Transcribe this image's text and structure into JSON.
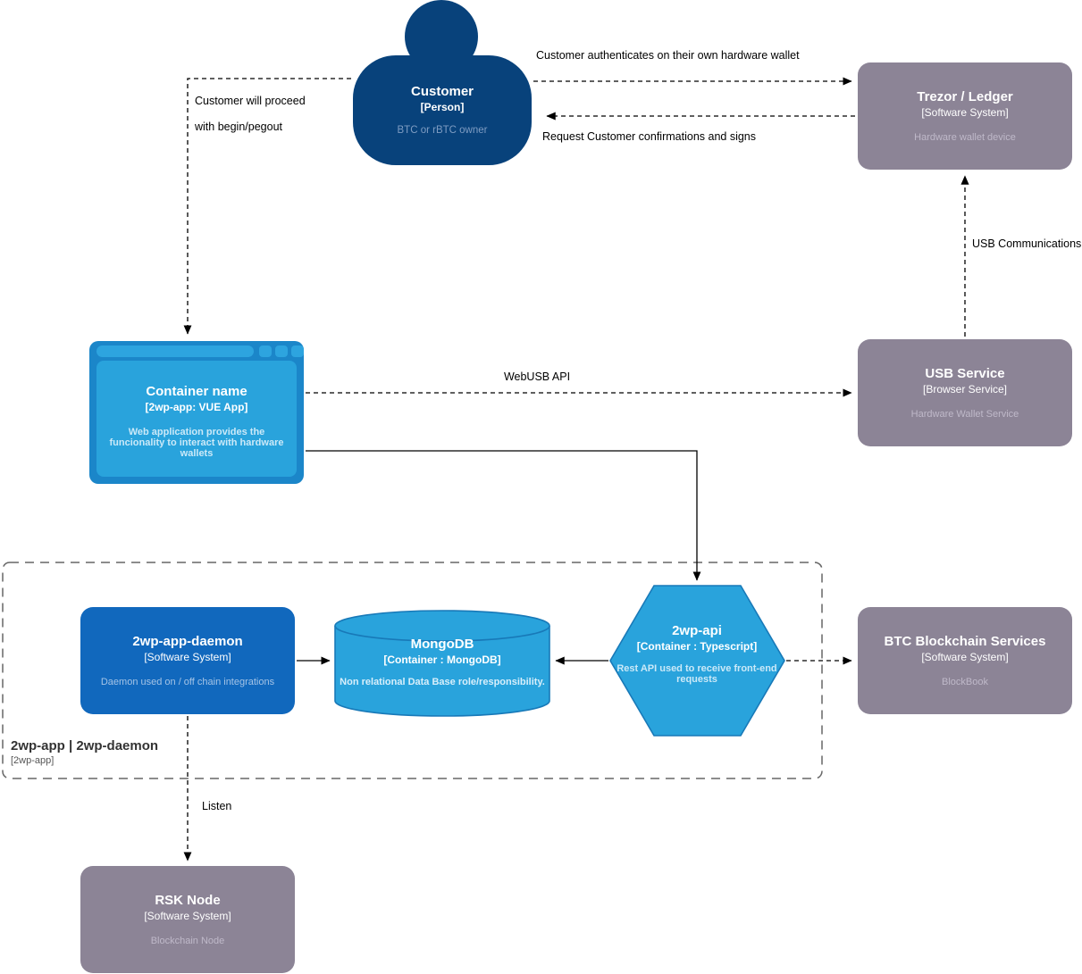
{
  "nodes": {
    "customer": {
      "title": "Customer",
      "subtitle": "[Person]",
      "description": "BTC or rBTC owner"
    },
    "trezor": {
      "title": "Trezor / Ledger",
      "subtitle": "[Software System]",
      "description": "Hardware wallet device"
    },
    "container": {
      "title": "Container name",
      "subtitle": "[2wp-app: VUE App]",
      "description": "Web application provides the funcionality to interact with hardware wallets"
    },
    "usb_service": {
      "title": "USB Service",
      "subtitle": "[Browser Service]",
      "description": "Hardware Wallet Service"
    },
    "daemon": {
      "title": "2wp-app-daemon",
      "subtitle": "[Software System]",
      "description": "Daemon used on / off chain integrations"
    },
    "mongodb": {
      "title": "MongoDB",
      "subtitle": "[Container : MongoDB]",
      "description": "Non relational Data Base role/responsibility."
    },
    "api": {
      "title": "2wp-api",
      "subtitle": "[Container : Typescript]",
      "description": "Rest API used to receive front-end requests"
    },
    "btc": {
      "title": "BTC Blockchain Services",
      "subtitle": "[Software System]",
      "description": "BlockBook"
    },
    "rsk": {
      "title": "RSK Node",
      "subtitle": "[Software System]",
      "description": "Blockchain Node"
    }
  },
  "boundary": {
    "title": "2wp-app | 2wp-daemon",
    "subtitle": "[2wp-app]"
  },
  "edges": {
    "auth": "Customer authenticates on their own hardware wallet",
    "confirm": "Request Customer confirmations and signs",
    "proceed_line1": "Customer will proceed",
    "proceed_line2": "with begin/pegout",
    "webusb": "WebUSB API",
    "usb_comm": "USB Communications",
    "listen": "Listen"
  },
  "colors": {
    "person_blue": "#08427B",
    "system_blue": "#1168BD",
    "light_blue": "#29A3DC",
    "light_blue_border": "#1879B8",
    "external_gray": "#8C8496",
    "line": "#000000"
  }
}
